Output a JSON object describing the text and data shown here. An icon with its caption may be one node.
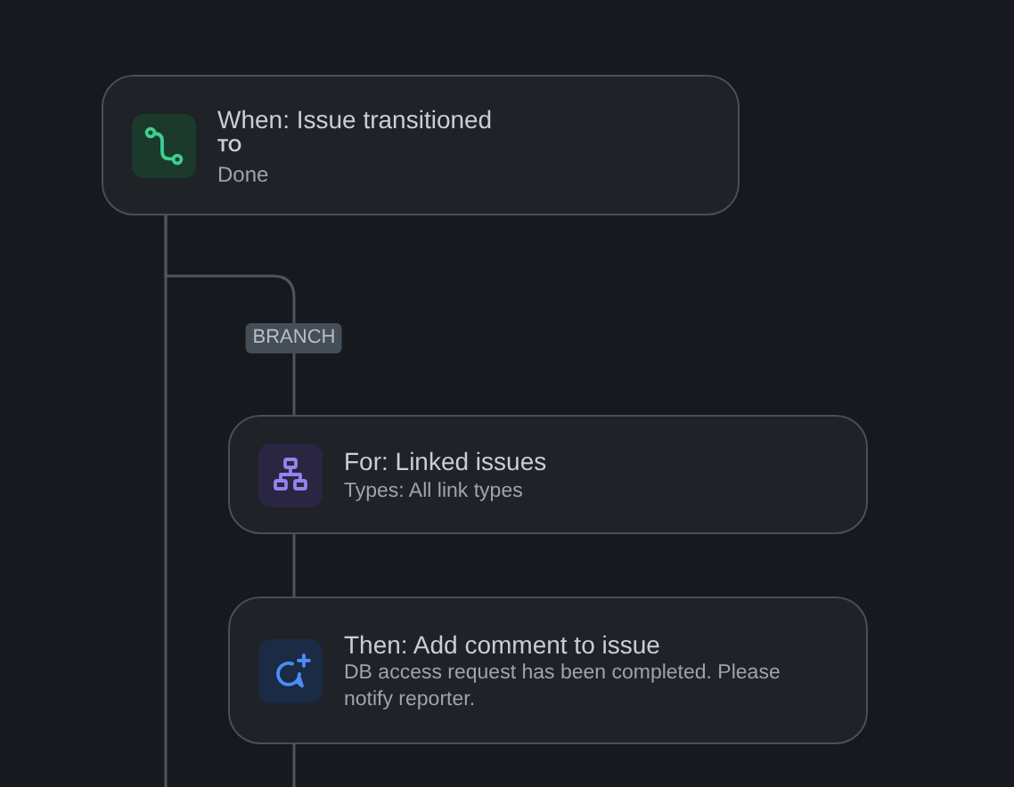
{
  "diagram": {
    "nodes": [
      {
        "text": [
          "When: Issue transitioned",
          "TO",
          "Done"
        ]
      },
      {
        "text": [
          "For: Linked issues",
          "Types: All link types"
        ]
      },
      {
        "text": [
          "Then: Add comment to issue",
          "DB access request has been completed. Please notify reporter."
        ]
      }
    ],
    "edges": [
      {
        "from": 0,
        "to": 1,
        "arrow": "none",
        "label": "BRANCH"
      },
      {
        "from": 1,
        "to": 2,
        "arrow": "none"
      },
      {
        "from": 2,
        "to": null,
        "arrow": "none"
      },
      {
        "from": 0,
        "to": null,
        "arrow": "none"
      }
    ]
  }
}
